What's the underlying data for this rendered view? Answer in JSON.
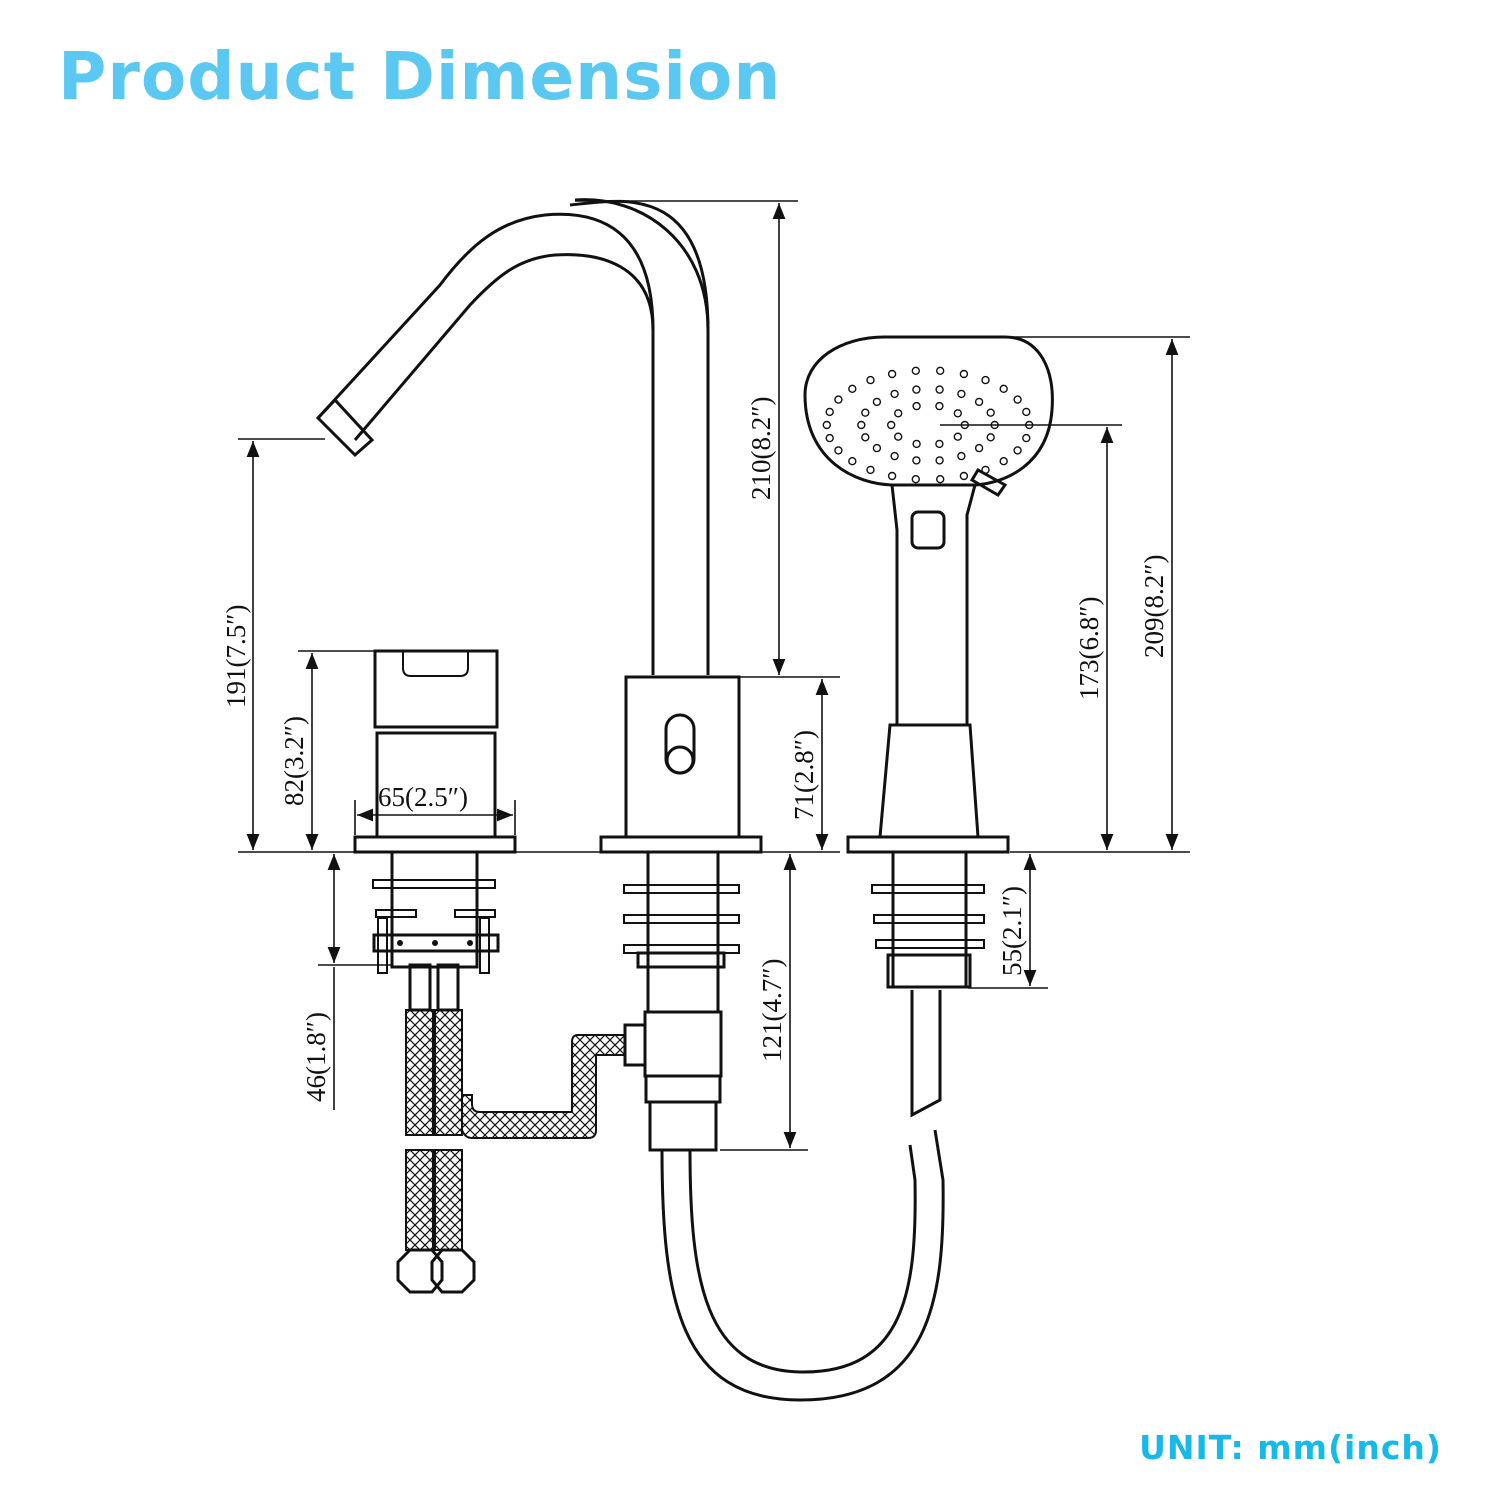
{
  "title": "Product Dimension",
  "unit": "UNIT: mm(inch)",
  "colors": {
    "title": "#5bc8f2",
    "unit": "#16b9e8",
    "line": "#111111"
  },
  "dimensions": {
    "spout_height": "210(8.2″)",
    "spout_reach_height": "191(7.5″)",
    "handle_height": "82(3.2″)",
    "handle_width": "65(2.5″)",
    "body_height": "71(2.8″)",
    "shank_length": "121(4.7″)",
    "lower_shank": "46(1.8″)",
    "sprayer_shank": "55(2.1″)",
    "sprayer_mid": "173(6.8″)",
    "sprayer_height": "209(8.2″)"
  }
}
